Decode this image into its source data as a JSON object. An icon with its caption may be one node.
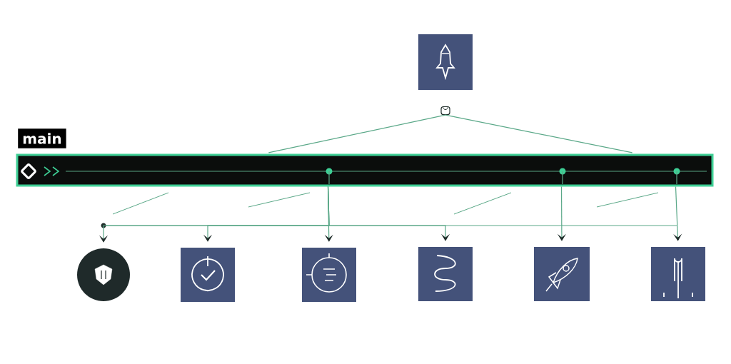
{
  "diagram": {
    "nodes": [
      {
        "text": [
          "main"
        ]
      },
      {
        "text": [],
        "shape": "box"
      },
      {
        "text": [],
        "shape": "picture"
      },
      {
        "text": [],
        "shape": "circle"
      },
      {
        "text": [],
        "shape": "box"
      },
      {
        "text": [],
        "shape": "box"
      },
      {
        "text": [],
        "shape": "box"
      },
      {
        "text": [],
        "shape": "box"
      },
      {
        "text": [],
        "shape": "box"
      }
    ],
    "edges": [
      {
        "from": 2,
        "to": 0,
        "arrow": "none"
      },
      {
        "from": 2,
        "to": 0,
        "arrow": "none"
      },
      {
        "from": 0,
        "to": 5,
        "arrow": "to"
      },
      {
        "from": 0,
        "to": 7,
        "arrow": "to"
      },
      {
        "from": 0,
        "to": 8,
        "arrow": "to"
      },
      {
        "from": 0,
        "to": 3,
        "arrow": "to"
      },
      {
        "from": 0,
        "to": 4,
        "arrow": "to"
      },
      {
        "from": 0,
        "to": 6,
        "arrow": "to"
      }
    ]
  }
}
